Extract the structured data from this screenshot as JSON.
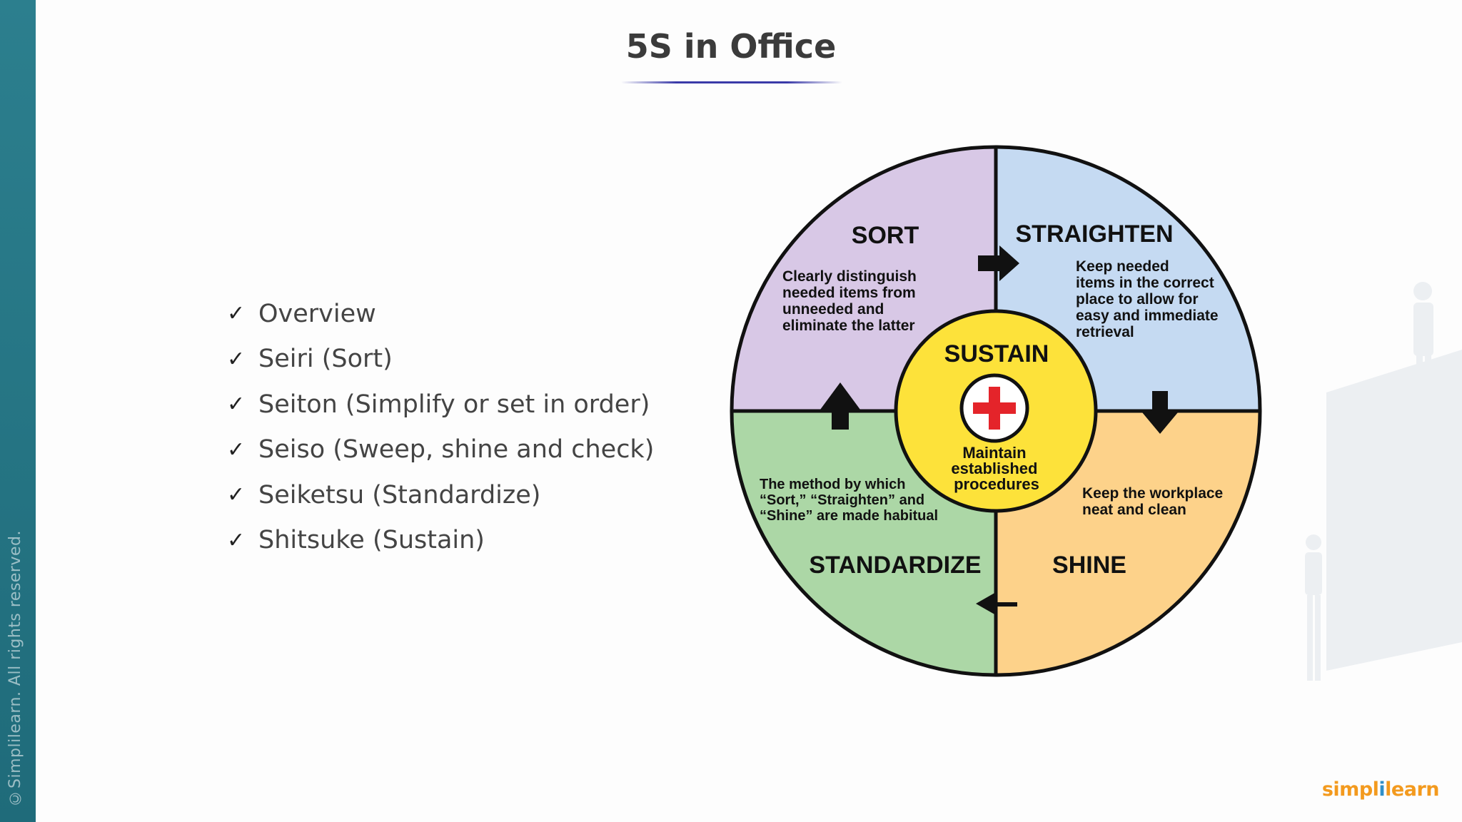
{
  "slide": {
    "title": "5S in Office",
    "copyright": "©Simplilearn. All rights reserved.",
    "logo_part1": "simpl",
    "logo_part2": "i",
    "logo_part3": "learn"
  },
  "topics": [
    "Overview",
    "Seiri (Sort)",
    "Seiton (Simplify or set in order)",
    "Seiso (Sweep, shine and check)",
    "Seiketsu (Standardize)",
    "Shitsuke (Sustain)"
  ],
  "diagram": {
    "center": {
      "title": "SUSTAIN",
      "text": [
        "Maintain",
        "established",
        "procedures"
      ],
      "color": "#fde23a",
      "icon": "red-cross-icon"
    },
    "quadrants": {
      "sort": {
        "title": "SORT",
        "text": [
          "Clearly distinguish",
          "needed items from",
          "unneeded and",
          "eliminate the latter"
        ],
        "color": "#d8c8e6"
      },
      "straighten": {
        "title": "STRAIGHTEN",
        "text": [
          "Keep needed",
          "items in the correct",
          "place to allow for",
          "easy and immediate",
          "retrieval"
        ],
        "color": "#c5daf2"
      },
      "shine": {
        "title": "SHINE",
        "text": [
          "Keep the workplace",
          "neat and clean"
        ],
        "color": "#fdd28a"
      },
      "standardize": {
        "title": "STANDARDIZE",
        "text": [
          "The method by which",
          "“Sort,” “Straighten” and",
          "“Shine” are made habitual"
        ],
        "color": "#acd7a6"
      }
    }
  }
}
